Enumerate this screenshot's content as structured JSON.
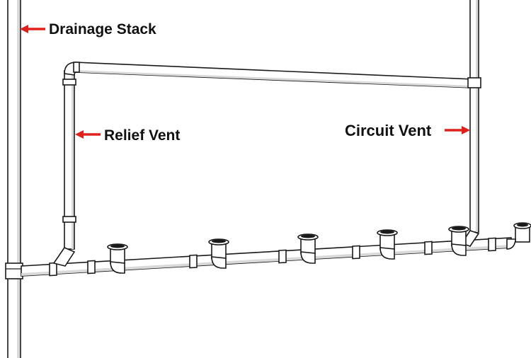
{
  "labels": {
    "drainage_stack": "Drainage Stack",
    "relief_vent": "Relief Vent",
    "circuit_vent": "Circuit Vent"
  },
  "colors": {
    "arrow": "#e0201b",
    "pipe_outline": "#1a1a1a",
    "pipe_fill": "#ffffff",
    "background": "#ffffff"
  },
  "fixture_drain_count": 6
}
